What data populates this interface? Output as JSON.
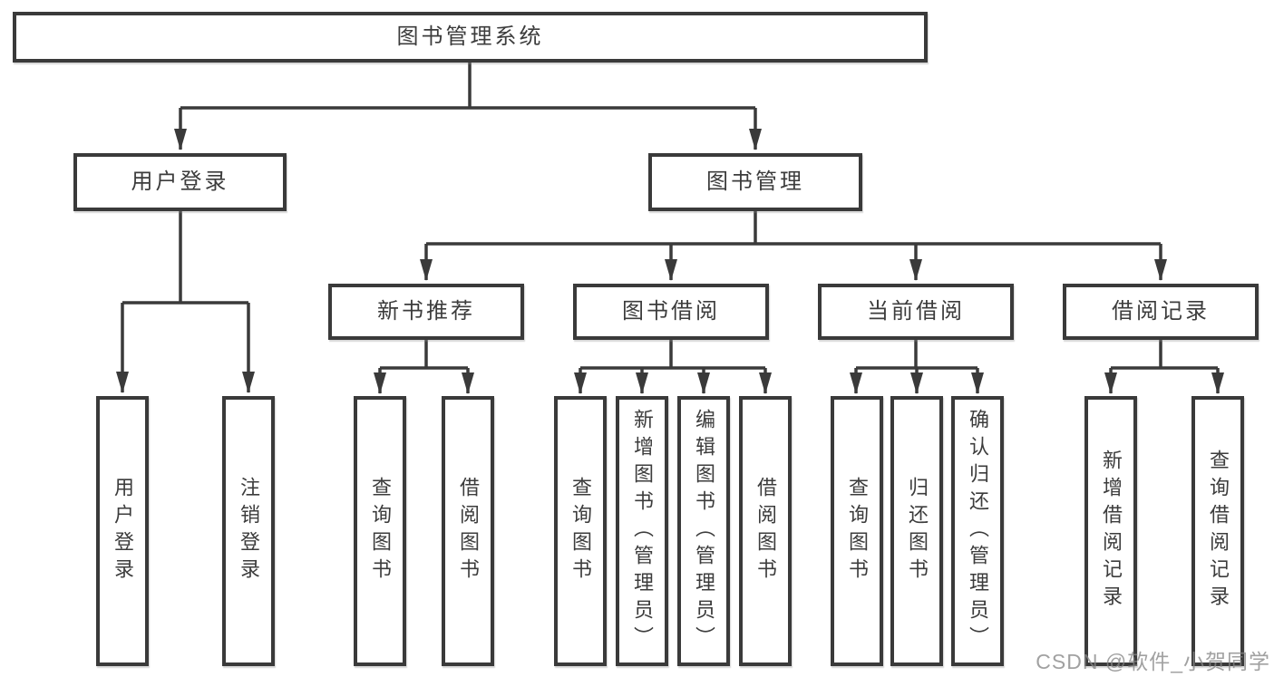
{
  "diagram": {
    "root_label": "图书管理系统",
    "user_login": {
      "label": "用户登录",
      "children": [
        "用户登录",
        "注销登录"
      ]
    },
    "book_mgmt": {
      "label": "图书管理",
      "sections": {
        "new_books": {
          "label": "新书推荐",
          "children": [
            "查询图书",
            "借阅图书"
          ]
        },
        "book_borrow": {
          "label": "图书借阅",
          "children": [
            "查询图书",
            "新增图书（管理员）",
            "编辑图书（管理员）",
            "借阅图书"
          ]
        },
        "current_borrow": {
          "label": "当前借阅",
          "children": [
            "查询图书",
            "归还图书",
            "确认归还（管理员）"
          ]
        },
        "borrow_records": {
          "label": "借阅记录",
          "children": [
            "新增借阅记录",
            "查询借阅记录"
          ]
        }
      }
    }
  },
  "watermark": "CSDN @软件_小贺同学"
}
